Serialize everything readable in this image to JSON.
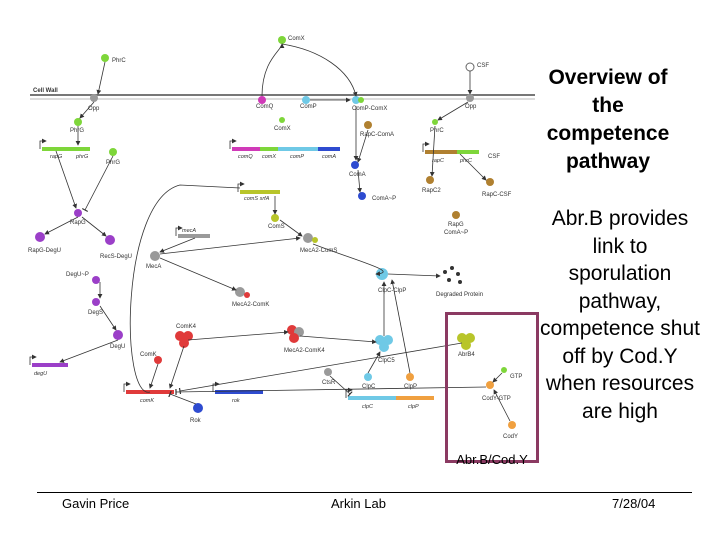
{
  "title": "Overview of the competence pathway",
  "side_text": "Abr.B provides link to sporulation pathway, competence shut off by Cod.Y when resources are high",
  "box_label": "Abr.B/Cod.Y",
  "footer": {
    "left": "Gavin Price",
    "center": "Arkin Lab",
    "right": "7/28/04"
  },
  "diagram": {
    "cell_wall": "Cell Wall",
    "labels": {
      "phrc_top": "PhrC",
      "comx_top": "ComX",
      "csf_top": "CSF",
      "opp_left": "Opp",
      "comq": "ComQ",
      "comp": "ComP",
      "comp_comx": "ComP-ComX",
      "opp_right": "Opp",
      "phrg": "PhrG",
      "comx_mid": "ComX",
      "rapc_coma": "RapC-ComA",
      "phrc_mid": "PhrC",
      "csf": "CSF",
      "phrg_lower": "PhrG",
      "coma": "ComA",
      "rapc2": "RapC2",
      "rapc_csf": "RapC-CSF",
      "coma_p": "ComA~P",
      "rapg": "RapG",
      "coms": "ComS",
      "raps3": "RapG",
      "coma_p2": "ComA~P",
      "rapg_degu": "RapG-DegU",
      "mecadegu": "RecS-DegU",
      "meca": "MecA",
      "meca2_coms": "MecA2-ComS",
      "degradation": "Degraded Protein",
      "clpc_clpp": "ClpC-ClpP",
      "degu_p": "DegU~P",
      "degs": "DegS",
      "meca2_comk": "MecA2-ComK",
      "comk4": "ComK4",
      "meca2_comk4": "MecA2-ComK4",
      "clpc5": "ClpC5",
      "abrb4": "AbrB4",
      "degu": "DegU",
      "comk": "ComK",
      "ctsr": "CtsR",
      "clpc": "ClpC",
      "clpp": "ClpP",
      "gtp": "GTP",
      "cody_gtp": "CodY-GTP",
      "cody": "CodY",
      "rok": "Rok"
    },
    "genes": {
      "rapg": "rapG",
      "phrg": "phrG",
      "comq": "comQ",
      "comx": "comX",
      "comp": "comP",
      "coma": "comA",
      "rapc": "rapC",
      "phrc": "phrC",
      "comssrfa": "comS srfA",
      "meca": "mecA",
      "degu": "degU",
      "comk": "comK",
      "rok": "rok",
      "clpc": "clpC",
      "clpp": "clpP"
    },
    "colors": {
      "purple": "#9b3fc8",
      "green": "#7ed63a",
      "yellow_green": "#b8c52a",
      "red": "#e03a3a",
      "blue": "#2e4bd0",
      "cyan": "#6fc9e6",
      "orange": "#f0a040",
      "gray": "#9a9a9a",
      "brown": "#b08030",
      "magenta": "#d03ab8"
    }
  }
}
